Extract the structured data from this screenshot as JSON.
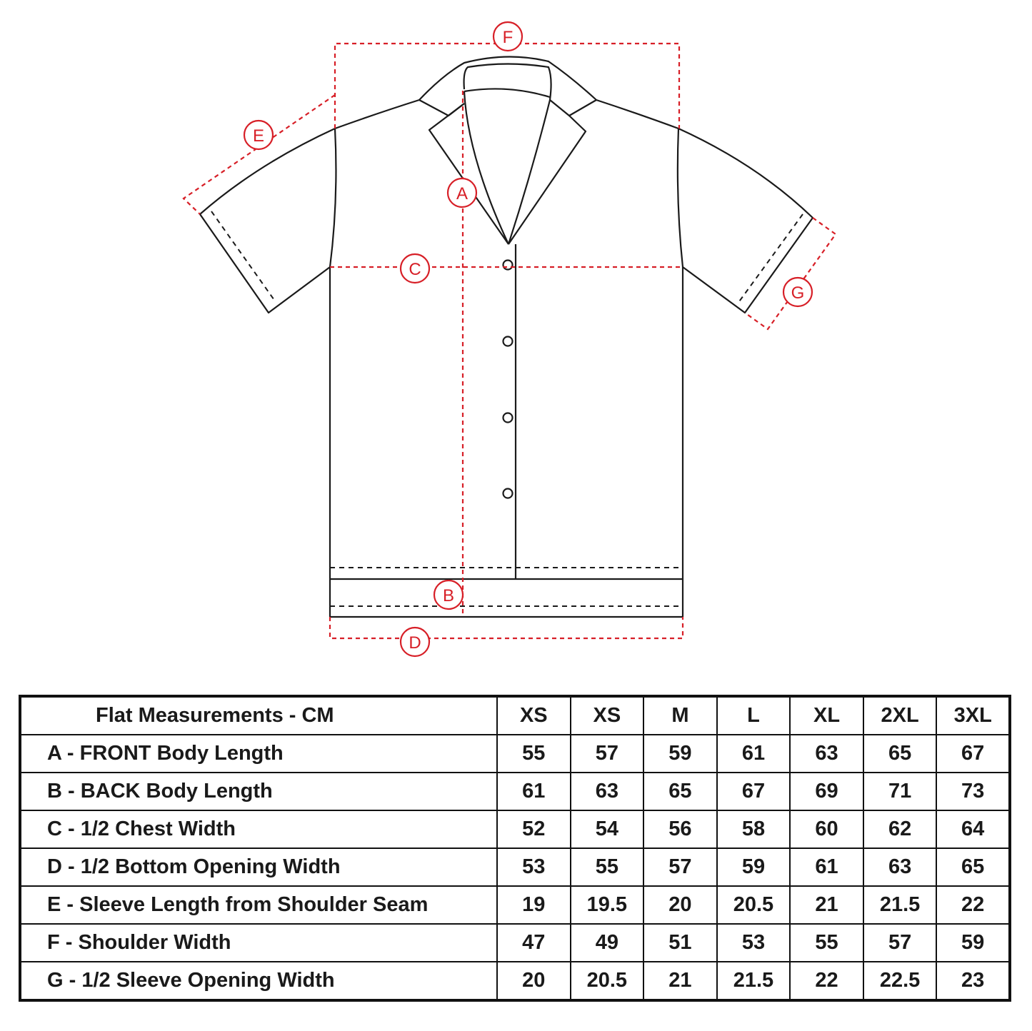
{
  "markers": {
    "A": "A",
    "B": "B",
    "C": "C",
    "D": "D",
    "E": "E",
    "F": "F",
    "G": "G"
  },
  "colors": {
    "measure_line": "#d71f27",
    "outline": "#1a1a1a"
  },
  "table": {
    "header": "Flat Measurements - CM",
    "sizes": [
      "XS",
      "XS",
      "M",
      "L",
      "XL",
      "2XL",
      "3XL"
    ],
    "rows": [
      {
        "label": "A - FRONT Body Length",
        "values": [
          "55",
          "57",
          "59",
          "61",
          "63",
          "65",
          "67"
        ]
      },
      {
        "label": "B - BACK Body Length",
        "values": [
          "61",
          "63",
          "65",
          "67",
          "69",
          "71",
          "73"
        ]
      },
      {
        "label": "C - 1/2 Chest Width",
        "values": [
          "52",
          "54",
          "56",
          "58",
          "60",
          "62",
          "64"
        ]
      },
      {
        "label": "D - 1/2 Bottom Opening Width",
        "values": [
          "53",
          "55",
          "57",
          "59",
          "61",
          "63",
          "65"
        ]
      },
      {
        "label": "E - Sleeve Length from Shoulder Seam",
        "values": [
          "19",
          "19.5",
          "20",
          "20.5",
          "21",
          "21.5",
          "22"
        ]
      },
      {
        "label": "F - Shoulder Width",
        "values": [
          "47",
          "49",
          "51",
          "53",
          "55",
          "57",
          "59"
        ]
      },
      {
        "label": "G - 1/2 Sleeve Opening Width",
        "values": [
          "20",
          "20.5",
          "21",
          "21.5",
          "22",
          "22.5",
          "23"
        ]
      }
    ]
  }
}
